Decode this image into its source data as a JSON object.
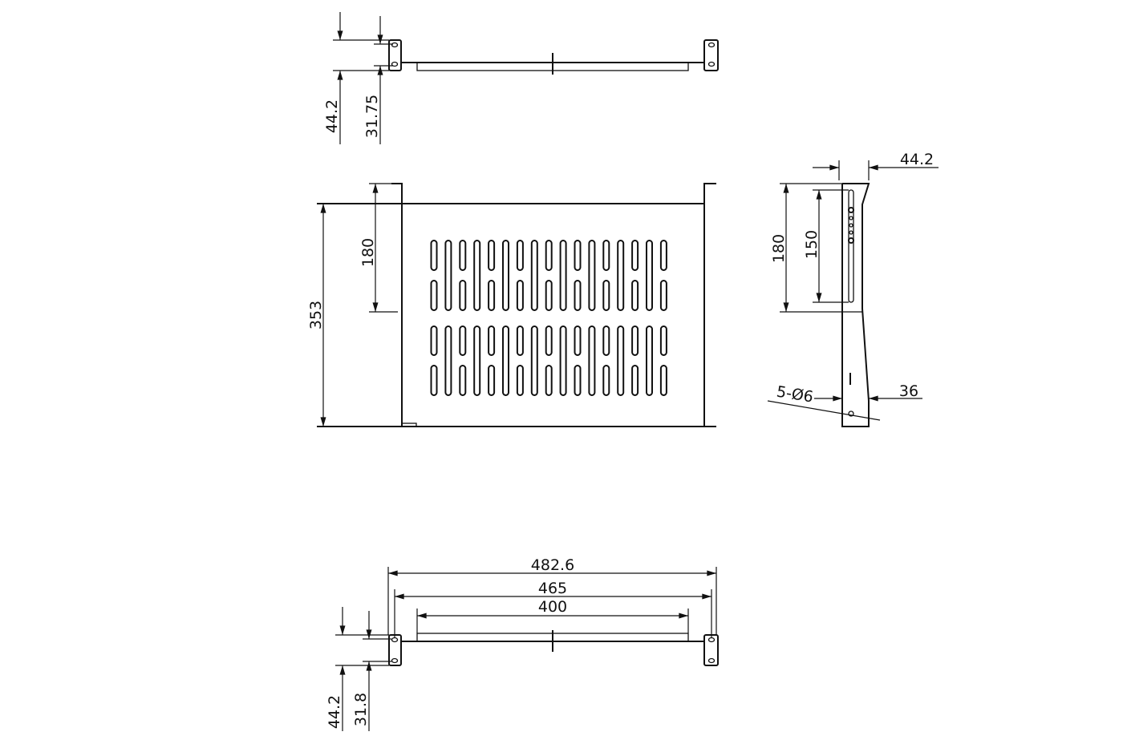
{
  "top_view": {
    "height": "44.2",
    "hole_spacing": "31.75"
  },
  "front_view": {
    "depth": "353",
    "ear_height": "180"
  },
  "side_view": {
    "width": "44.2",
    "height": "180",
    "slot_length": "150",
    "holes": "5-Ø6",
    "offset": "36"
  },
  "bottom_view": {
    "overall_width": "482.6",
    "hole_centers": "465",
    "tray_width": "400",
    "height": "44.2",
    "hole_spacing": "31.8"
  },
  "vent_slots": {
    "columns": 17,
    "rows_short": 4,
    "rows_long": 2
  }
}
